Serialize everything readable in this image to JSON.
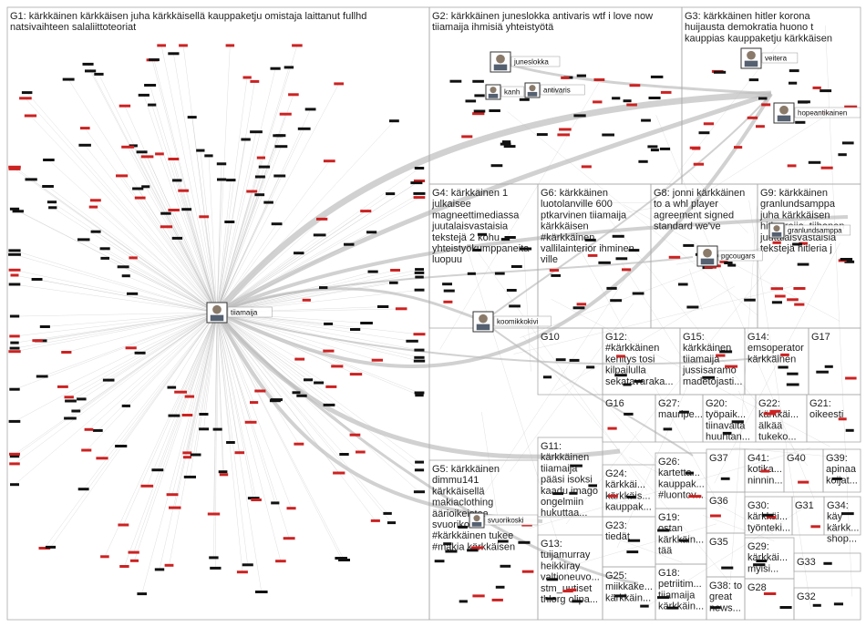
{
  "groups": [
    {
      "id": "G1",
      "lines": [
        "G1: kärkkäinen kärkkäisen juha kärkkäisellä kauppaketju omistaja laittanut fullhd",
        "natsivaihteen salaliittoteoriat"
      ]
    },
    {
      "id": "G2",
      "lines": [
        "G2: kärkkäinen juneslokka antivaris wtf i love now",
        "tiiamaija ihmisiä yhteistyötä"
      ]
    },
    {
      "id": "G3",
      "lines": [
        "G3: kärkkäinen hitler korona",
        "huijausta demokratia huono t",
        "kauppias kauppaketju kärkkäisen"
      ]
    },
    {
      "id": "G4",
      "lines": [
        "G4: kärkkäinen 1",
        "julkaisee",
        "magneettimediassa",
        "juutalaisvastaisia",
        "tekstejä 2 kohu",
        "yhteistyökumppaneita",
        "luopuu"
      ]
    },
    {
      "id": "G6",
      "lines": [
        "G6: kärkkäinen",
        "luotolanville 600",
        "ptkarvinen tiiamaija",
        "kärkkäisen",
        "#kärkkäinen",
        "vallilainterior ihminen",
        "ville"
      ]
    },
    {
      "id": "G8",
      "lines": [
        "G8: jonni kärkkäinen",
        "to a whl player",
        "agreement signed",
        "standard we've"
      ]
    },
    {
      "id": "G9",
      "lines": [
        "G9: kärkkäinen",
        "granlundsamppa",
        "juha kärkkäisen",
        "hitler reijo_tiihonen",
        "juutalaisvastaisia",
        "tekstejä hitleria j"
      ]
    },
    {
      "id": "G10",
      "lines": [
        "G10"
      ]
    },
    {
      "id": "G12",
      "lines": [
        "G12:",
        "#kärkkäinen",
        "kehitys tosi",
        "kilpailulla",
        "sekatavaraka..."
      ]
    },
    {
      "id": "G15",
      "lines": [
        "G15:",
        "kärkkäinen",
        "tiiamaija",
        "jussisaramo",
        "madetojasti..."
      ]
    },
    {
      "id": "G14",
      "lines": [
        "G14:",
        "emsoperator",
        "kärkkäinen"
      ]
    },
    {
      "id": "G17",
      "lines": [
        "G17"
      ]
    },
    {
      "id": "G16",
      "lines": [
        "G16"
      ]
    },
    {
      "id": "G27",
      "lines": [
        "G27:",
        "mauripe..."
      ]
    },
    {
      "id": "G20",
      "lines": [
        "G20:",
        "työpaik...",
        "tiinavalta",
        "huuhtan..."
      ]
    },
    {
      "id": "G22",
      "lines": [
        "G22:",
        "kärkkäi...",
        "älkää",
        "tukeko..."
      ]
    },
    {
      "id": "G21",
      "lines": [
        "G21:",
        "oikeesti"
      ]
    },
    {
      "id": "G5",
      "lines": [
        "G5: kärkkäinen",
        "dimmu141",
        "kärkkäisellä",
        "makiaclothing",
        "äärioikeistoa",
        "svuorikoski",
        "#kärkkäinen tukee",
        "#makia kärkkäisen"
      ]
    },
    {
      "id": "G11",
      "lines": [
        "G11:",
        "kärkkäinen",
        "tiiamaija",
        "pääsi isoksi",
        "kaadu imago",
        "ongelmiin",
        "hukuttaa..."
      ]
    },
    {
      "id": "G26",
      "lines": [
        "G26:",
        "kartetta...",
        "kauppak...",
        "#luontov..."
      ]
    },
    {
      "id": "G37",
      "lines": [
        "G37"
      ]
    },
    {
      "id": "G41",
      "lines": [
        "G41:",
        "kotika...",
        "ninnin..."
      ]
    },
    {
      "id": "G40",
      "lines": [
        "G40"
      ]
    },
    {
      "id": "G39",
      "lines": [
        "G39:",
        "apinaa",
        "koijat..."
      ]
    },
    {
      "id": "G24",
      "lines": [
        "G24:",
        "kärkkäi...",
        "kärkkäis...",
        "kauppak..."
      ]
    },
    {
      "id": "G36",
      "lines": [
        "G36"
      ]
    },
    {
      "id": "G30",
      "lines": [
        "G30:",
        "kärkkäi...",
        "työnteki..."
      ]
    },
    {
      "id": "G31",
      "lines": [
        "G31"
      ]
    },
    {
      "id": "G34",
      "lines": [
        "G34:",
        "käy",
        "kärkk...",
        "shop..."
      ]
    },
    {
      "id": "G23",
      "lines": [
        "G23:",
        "tiedät"
      ]
    },
    {
      "id": "G19",
      "lines": [
        "G19:",
        "ostan",
        "kärkkäin...",
        "tää"
      ]
    },
    {
      "id": "G35",
      "lines": [
        "G35"
      ]
    },
    {
      "id": "G29",
      "lines": [
        "G29:",
        "kärkkäi...",
        "myisi..."
      ]
    },
    {
      "id": "G33",
      "lines": [
        "G33"
      ]
    },
    {
      "id": "G13",
      "lines": [
        "G13:",
        "tuijamurray",
        "heikkiray",
        "valtioneuvo...",
        "stm_uutiset",
        "thlorg olipa..."
      ]
    },
    {
      "id": "G25",
      "lines": [
        "G25:",
        "miikkake...",
        "kärkkäin..."
      ]
    },
    {
      "id": "G18",
      "lines": [
        "G18:",
        "petriitim...",
        "tiiamaija",
        "kärkkäin..."
      ]
    },
    {
      "id": "G38",
      "lines": [
        "G38: to",
        "great",
        "news..."
      ]
    },
    {
      "id": "G28",
      "lines": [
        "G28"
      ]
    },
    {
      "id": "G32",
      "lines": [
        "G32"
      ]
    }
  ],
  "nodes": [
    {
      "label": "tiiamaija"
    },
    {
      "label": "juneslokka"
    },
    {
      "label": "kanh"
    },
    {
      "label": "antivaris"
    },
    {
      "label": "veitera"
    },
    {
      "label": "hopeantikainen"
    },
    {
      "label": "koomikkokivi"
    },
    {
      "label": "pgcougars"
    },
    {
      "label": "granlundsamppa"
    },
    {
      "label": "svuorikoski"
    }
  ],
  "colors": {
    "edge": "#b4b4b4",
    "border": "#aaaaaa",
    "node_fill": "#111111",
    "node_red": "#cc2222"
  }
}
